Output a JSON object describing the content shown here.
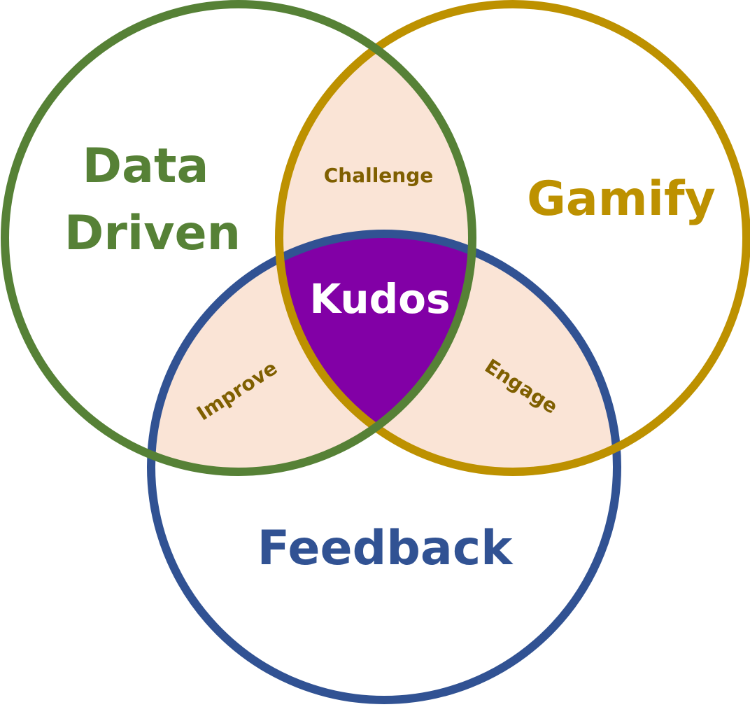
{
  "diagram": {
    "sets": [
      {
        "id": "data-driven",
        "lines": [
          "Data",
          "Driven"
        ],
        "color": "#568136"
      },
      {
        "id": "gamify",
        "lines": [
          "Gamify"
        ],
        "color": "#BD9100"
      },
      {
        "id": "feedback",
        "lines": [
          "Feedback"
        ],
        "color": "#315293"
      }
    ],
    "intersections": {
      "data_gamify": "Challenge",
      "data_feedback": "Improve",
      "gamify_feedback": "Engage",
      "all": "Kudos"
    },
    "colors": {
      "pair_fill": "#FAE4D6",
      "center_fill": "#8200A6",
      "pair_text": "#7F5F00",
      "center_text": "#FFFFFF"
    }
  }
}
